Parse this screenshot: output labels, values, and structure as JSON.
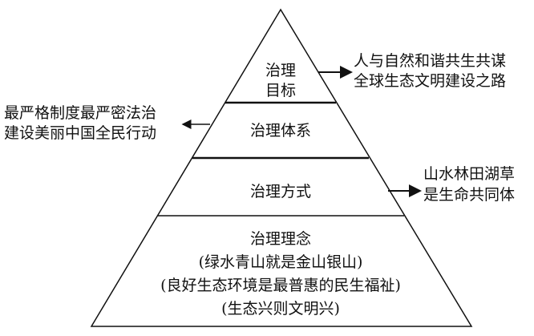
{
  "pyramid": {
    "goal": [
      "治理",
      "目标"
    ],
    "system": "治理体系",
    "method": "治理方式",
    "concept": [
      "治理理念",
      "(绿水青山就是金山银山)",
      "(良好生态环境是最普惠的民生福祉)",
      "(生态兴则文明兴)"
    ]
  },
  "annotations": {
    "goal": [
      "人与自然和谐共生共谋",
      "全球生态文明建设之路"
    ],
    "system": [
      "最严格制度最严密法治",
      "建设美丽中国全民行动"
    ],
    "method": [
      "山水林田湖草",
      "是生命共同体"
    ]
  },
  "colors": {
    "line": "#111111",
    "background": "#ffffff"
  }
}
